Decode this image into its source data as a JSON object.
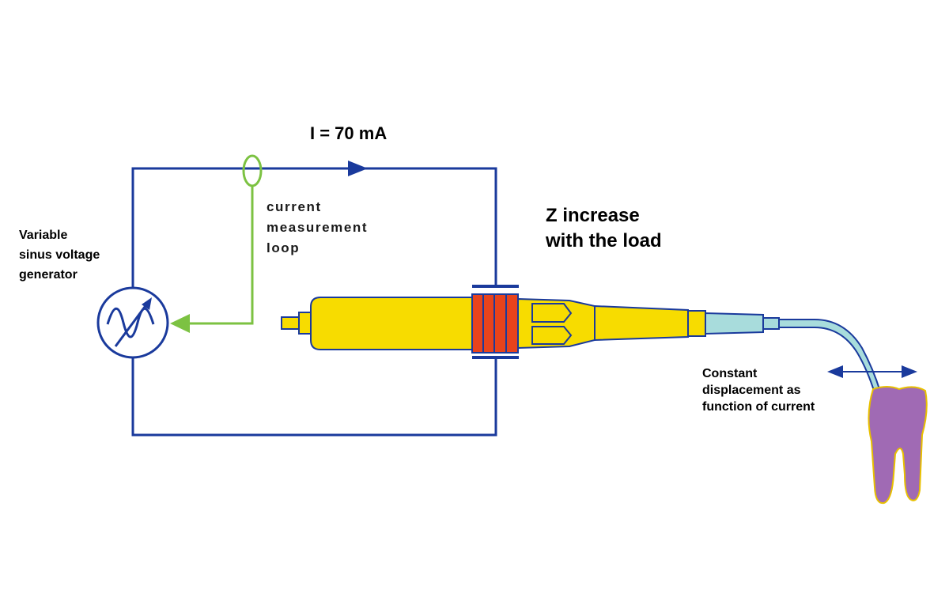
{
  "labels": {
    "current": "I = 70 mA",
    "generator": [
      "Variable",
      "sinus voltage",
      "generator"
    ],
    "measurement_loop": [
      "current",
      "measurement",
      "loop"
    ],
    "impedance": [
      "Z increase",
      "with the load"
    ],
    "displacement": [
      "Constant",
      "displacement as",
      "function of current"
    ]
  },
  "colors": {
    "circuit_wire": "#1a3a9c",
    "measurement_loop": "#7cc242",
    "handpiece_body": "#f7dc00",
    "transducer_coil": "#e8431c",
    "tip_insert": "#a8dcdc",
    "tooth": "#a06ab4",
    "background": "#ffffff"
  },
  "icons": {
    "generator": "variable-ac-source-icon",
    "flow_arrow": "right-arrowhead-icon",
    "loop_arrow": "left-arrowhead-icon",
    "oscillation": "double-headed-arrow-icon"
  }
}
